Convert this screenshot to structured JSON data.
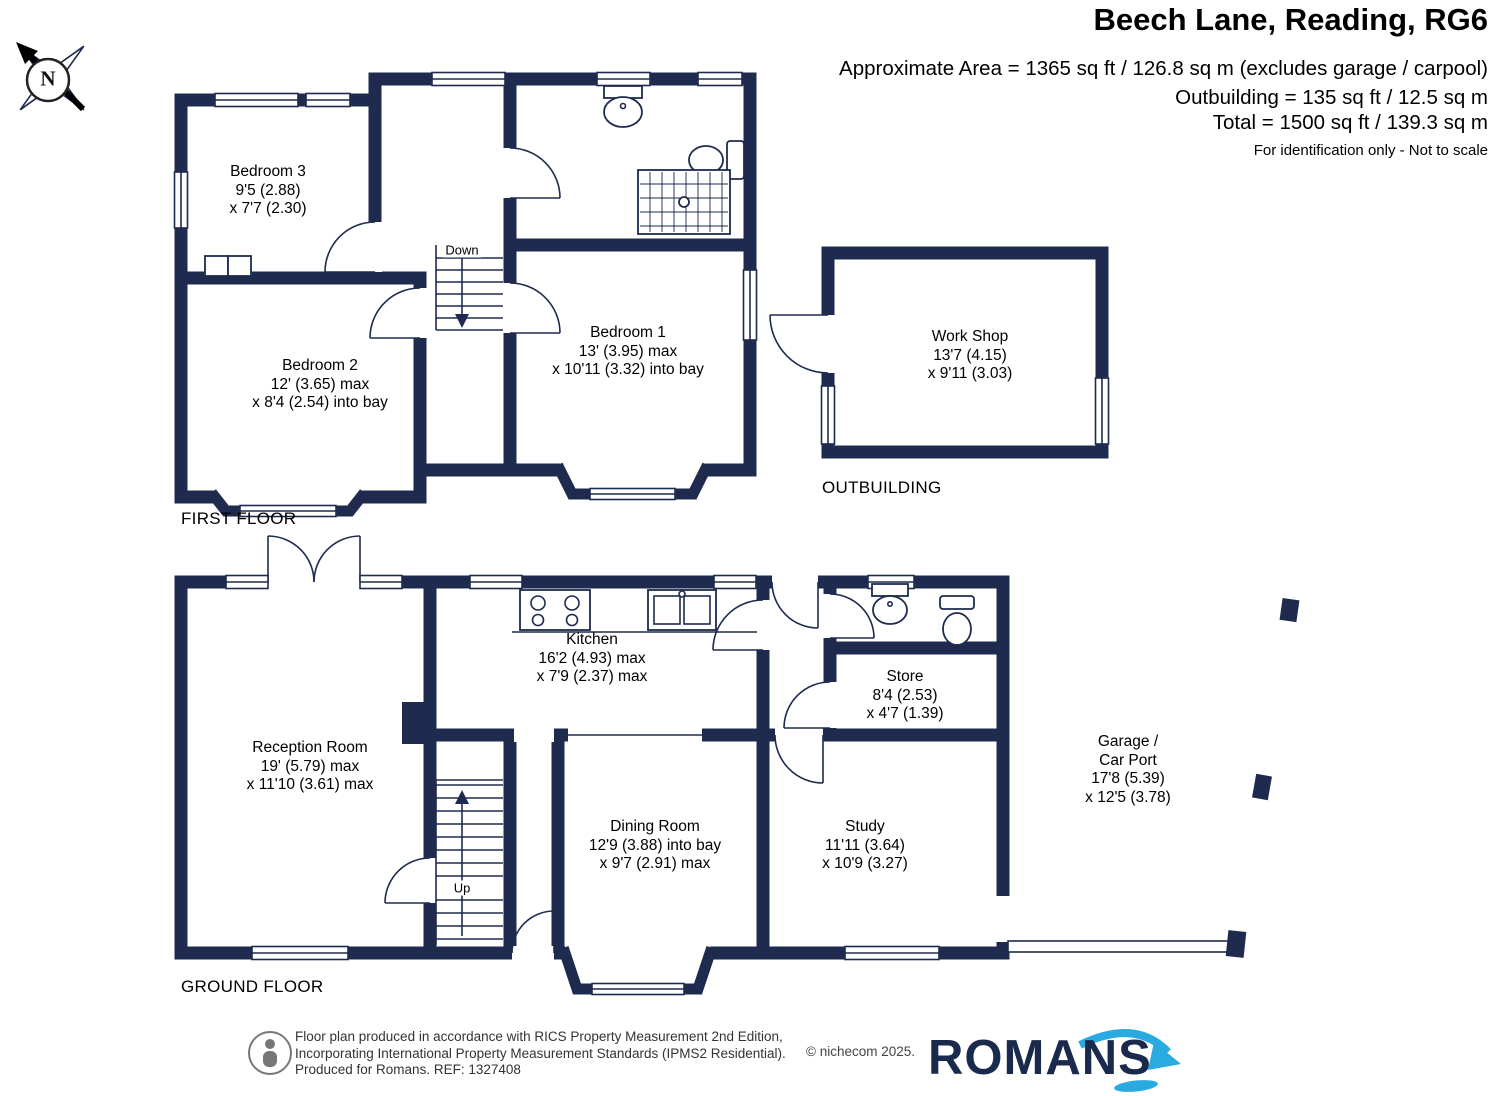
{
  "header": {
    "title": "Beech Lane, Reading, RG6",
    "lines": [
      "Approximate Area = 1365 sq ft / 126.8 sq m (excludes garage / carpool)",
      "Outbuilding = 135 sq ft / 12.5 sq m",
      "Total = 1500 sq ft / 139.3 sq m"
    ],
    "note": "For identification only - Not to scale"
  },
  "compass": {
    "north": "N"
  },
  "first_floor": {
    "caption": "FIRST FLOOR",
    "stairs": "Down",
    "bedroom3": [
      "Bedroom 3",
      "9'5 (2.88)",
      "x 7'7 (2.30)"
    ],
    "bedroom2": [
      "Bedroom 2",
      "12' (3.65) max",
      "x 8'4 (2.54) into bay"
    ],
    "bedroom1": [
      "Bedroom 1",
      "13' (3.95) max",
      "x 10'11 (3.32) into bay"
    ]
  },
  "outbuilding": {
    "caption": "OUTBUILDING",
    "workshop": [
      "Work Shop",
      "13'7 (4.15)",
      "x 9'11 (3.03)"
    ]
  },
  "ground_floor": {
    "caption": "GROUND FLOOR",
    "stairs": "Up",
    "reception": [
      "Reception Room",
      "19' (5.79) max",
      "x 11'10 (3.61) max"
    ],
    "kitchen": [
      "Kitchen",
      "16'2 (4.93) max",
      "x 7'9 (2.37) max"
    ],
    "store": [
      "Store",
      "8'4 (2.53)",
      "x 4'7 (1.39)"
    ],
    "dining": [
      "Dining Room",
      "12'9 (3.88) into bay",
      "x 9'7 (2.91) max"
    ],
    "study": [
      "Study",
      "11'11 (3.64)",
      "x 10'9 (3.27)"
    ],
    "garage": [
      "Garage /",
      "Car Port",
      "17'8 (5.39)",
      "x 12'5 (3.78)"
    ]
  },
  "footer": {
    "lines": [
      "Floor plan produced in accordance with RICS Property Measurement 2nd Edition,",
      "Incorporating International Property Measurement Standards (IPMS2 Residential).",
      "Produced for Romans.   REF: 1327408"
    ],
    "copyright": "© nichecom 2025.",
    "brand": "ROMANS"
  },
  "colors": {
    "wall_navy": "#1e2b4e",
    "brand_navy": "#1a2a4c",
    "brand_blue": "#29abe2"
  }
}
